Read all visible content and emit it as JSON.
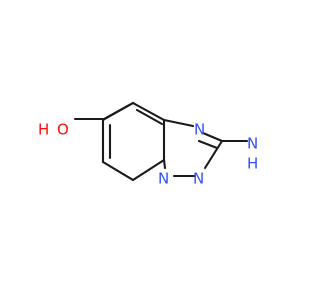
{
  "molecule": {
    "atoms": {
      "hydroxyl_o": "O",
      "hydroxyl_h": "H",
      "n_ring_top": "N",
      "n_bridge": "N",
      "n_ring_bottom": "N",
      "amine_n": "N",
      "amine_h": "H"
    },
    "colors": {
      "bond": "#1a1a1a",
      "oxygen": "#ff0d0d",
      "nitrogen": "#3050f8"
    }
  }
}
